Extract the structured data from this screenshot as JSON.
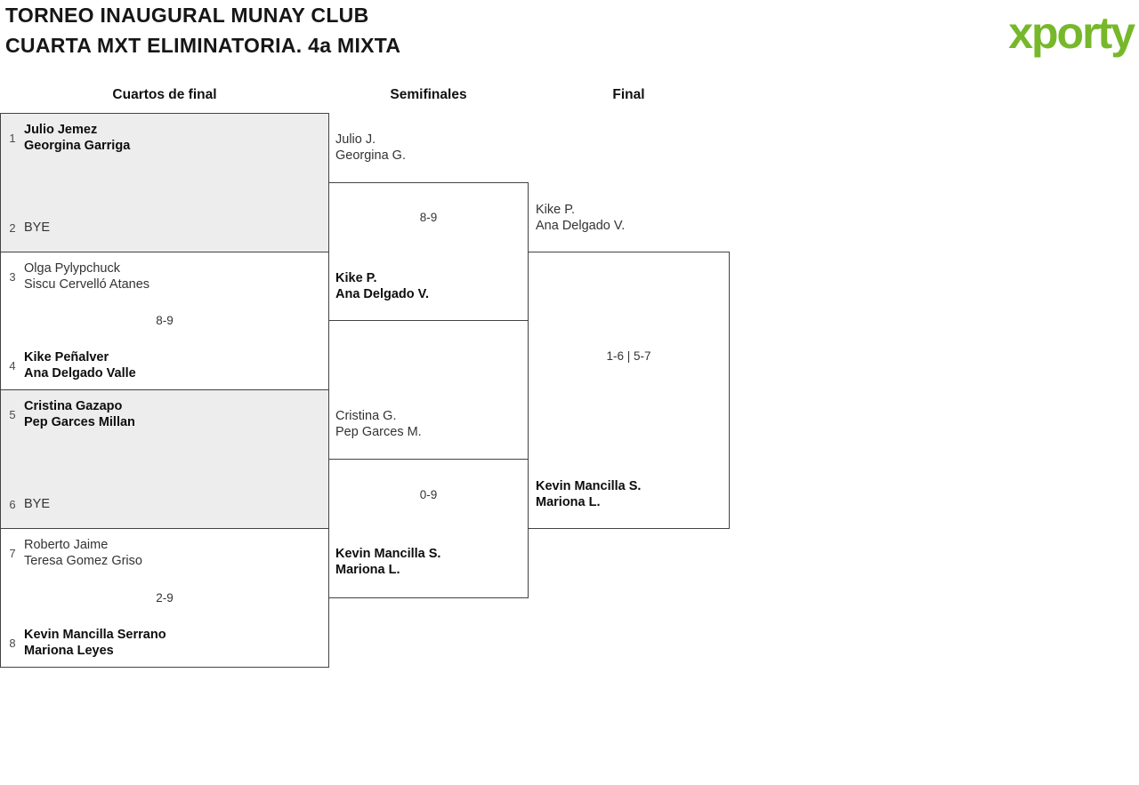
{
  "header": {
    "title_line1": "TORNEO INAUGURAL MUNAY CLUB",
    "title_line2": "CUARTA MXT ELIMINATORIA. 4a MIXTA",
    "logo_text": "xporty"
  },
  "rounds": [
    "Cuartos de final",
    "Semifinales",
    "Final"
  ],
  "quarterfinals": [
    {
      "score": "",
      "top": {
        "seed": "1",
        "line1": "Julio Jemez",
        "line2": "Georgina Garriga",
        "winner": true
      },
      "bottom": {
        "seed": "2",
        "line1": "BYE",
        "line2": "",
        "winner": false
      }
    },
    {
      "score": "8-9",
      "top": {
        "seed": "3",
        "line1": "Olga Pylypchuck",
        "line2": "Siscu Cervelló Atanes",
        "winner": false
      },
      "bottom": {
        "seed": "4",
        "line1": "Kike Peñalver",
        "line2": "Ana Delgado Valle",
        "winner": true
      }
    },
    {
      "score": "",
      "top": {
        "seed": "5",
        "line1": "Cristina Gazapo",
        "line2": "Pep Garces Millan",
        "winner": true
      },
      "bottom": {
        "seed": "6",
        "line1": "BYE",
        "line2": "",
        "winner": false
      }
    },
    {
      "score": "2-9",
      "top": {
        "seed": "7",
        "line1": "Roberto Jaime",
        "line2": "Teresa Gomez Griso",
        "winner": false
      },
      "bottom": {
        "seed": "8",
        "line1": "Kevin Mancilla Serrano",
        "line2": "Mariona Leyes",
        "winner": true
      }
    }
  ],
  "semifinals": [
    {
      "score": "8-9",
      "top": {
        "line1": "Julio J.",
        "line2": "Georgina G.",
        "winner": false
      },
      "bottom": {
        "line1": "Kike P.",
        "line2": "Ana Delgado V.",
        "winner": true
      }
    },
    {
      "score": "0-9",
      "top": {
        "line1": "Cristina G.",
        "line2": "Pep Garces M.",
        "winner": false
      },
      "bottom": {
        "line1": "Kevin Mancilla S.",
        "line2": "Mariona L.",
        "winner": true
      }
    }
  ],
  "final": {
    "score": "1-6 | 5-7",
    "top": {
      "line1": "Kike P.",
      "line2": "Ana Delgado V.",
      "winner": false
    },
    "bottom": {
      "line1": "Kevin Mancilla S.",
      "line2": "Mariona L.",
      "winner": true
    }
  },
  "colors": {
    "brand_green": "#76b82a",
    "brand_blue": "#29a8e0",
    "brand_orange": "#e8770e",
    "bye_box_fill": "#ededed",
    "border": "#434343"
  }
}
